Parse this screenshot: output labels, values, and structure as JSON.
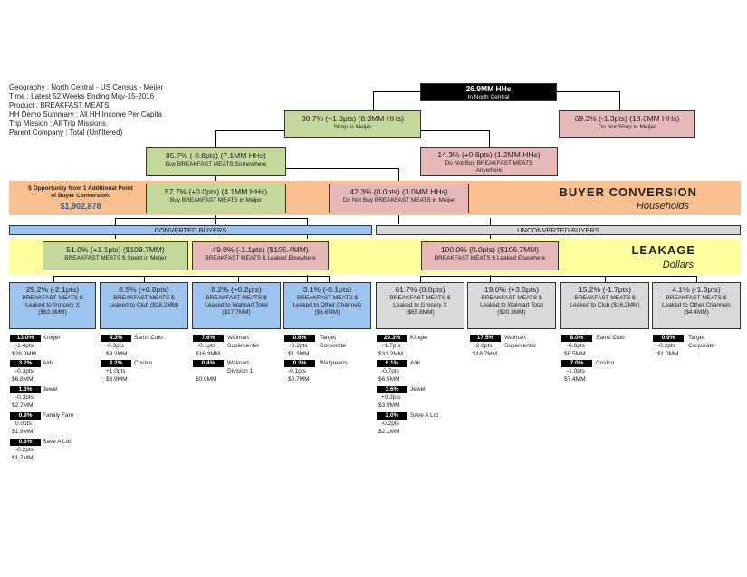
{
  "info": [
    "Geography : North Central - US Census - Meijer",
    "Time : Latest 52 Weeks Ending May-15-2016",
    "Product : BREAKFAST MEATS",
    "HH Demo Summary : All HH Income Per Capita",
    "Trip Mission : All Trip Missions",
    "Parent Company : Total (Unfiltered)"
  ],
  "root": {
    "title": "26.9MM HHs",
    "sub": "In North Central"
  },
  "shop_meijer": {
    "title": "30.7% (+1.3pts) (8.3MM HHs)",
    "sub": "Shop in Meijer"
  },
  "not_shop_meijer": {
    "title": "69.3% (-1.3pts) (18.6MM HHs)",
    "sub": "Do Not Shop in Meijer"
  },
  "buy_somewhere": {
    "title": "85.7% (-0.8pts) (7.1MM HHs)",
    "sub": "Buy BREAKFAST MEATS Somewhere"
  },
  "not_buy_anywhere": {
    "title": "14.3% (+0.8pts) (1.2MM HHs)",
    "sub1": "Do Not Buy BREAKFAST MEATS",
    "sub2": "Anywhere"
  },
  "buy_meijer": {
    "title": "57.7% (+0.0pts) (4.1MM HHs)",
    "sub": "Buy BREAKFAST MEATS in Meijer"
  },
  "not_buy_meijer": {
    "title": "42.3% (0.0pts) (3.0MM HHs)",
    "sub": "Do Not Buy BREAKFAST MEATS in Meijer"
  },
  "opportunity": {
    "line1": "$ Opportunity from 1 Additional Point",
    "line2": "of Buyer Conversion:",
    "value": "$1,902,878"
  },
  "buyer_conversion": {
    "title": "BUYER CONVERSION",
    "sub": "Households"
  },
  "converted_label": "CONVERTED BUYERS",
  "unconverted_label": "UNCONVERTED BUYERS",
  "leakage": {
    "title": "LEAKAGE",
    "sub": "Dollars"
  },
  "spent_meijer": {
    "title": "51.0% (+1.1pts) ($109.7MM)",
    "sub": "BREAKFAST MEATS $ Spent in Meijer"
  },
  "leaked_elsewhere": {
    "title": "49.0% (-1.1pts) ($105.4MM)",
    "sub": "BREAKFAST MEATS $ Leaked Elsewhere"
  },
  "uncv_leaked": {
    "title": "100.0% (0.0pts) ($106.7MM)",
    "sub": "BREAKFAST MEATS $ Leaked Elsewhere"
  },
  "channels": [
    {
      "title": "29.2% (-2.1pts)",
      "l1": "BREAKFAST MEATS $",
      "l2": "Leaked to Grocery X",
      "l3": "($62.8MM)"
    },
    {
      "title": "8.5% (+0.8pts)",
      "l1": "BREAKFAST MEATS $",
      "l2": "Leaked to Club ($18.2MM)",
      "l3": ""
    },
    {
      "title": "8.2% (+0.2pts)",
      "l1": "BREAKFAST MEATS $",
      "l2": "Leaked to Walmart Total",
      "l3": "($17.7MM)"
    },
    {
      "title": "3.1% (-0.1pts)",
      "l1": "BREAKFAST MEATS $",
      "l2": "Leaked to Other Channels",
      "l3": "($6.6MM)"
    },
    {
      "title": "61.7% (0.0pts)",
      "l1": "BREAKFAST MEATS $",
      "l2": "Leaked to Grocery X",
      "l3": "($65.8MM)"
    },
    {
      "title": "19.0% (+3.0pts)",
      "l1": "BREAKFAST MEATS $",
      "l2": "Leaked to Walmart Total",
      "l3": "($20.3MM)"
    },
    {
      "title": "15.2% (-1.7pts)",
      "l1": "BREAKFAST MEATS $",
      "l2": "Leaked to Club ($16.2MM)",
      "l3": ""
    },
    {
      "title": "4.1% (-1.3pts)",
      "l1": "BREAKFAST MEATS $",
      "l2": "Leaked to Other Channels",
      "l3": "($4.4MM)"
    }
  ],
  "details": [
    [
      {
        "pct": "13.0%",
        "name": "Kroger",
        "chg": "-1.4pts",
        "val": "$28.0MM"
      },
      {
        "pct": "3.2%",
        "name": "Aldi",
        "chg": "-0.3pts",
        "val": "$6.8MM"
      },
      {
        "pct": "1.3%",
        "name": "Jewel",
        "chg": "-0.3pts",
        "val": "$2.7MM"
      },
      {
        "pct": "0.9%",
        "name": "Family Fare",
        "chg": "0.0pts",
        "val": "$1.9MM"
      },
      {
        "pct": "0.8%",
        "name": "Save A Lot",
        "chg": "-0.2pts",
        "val": "$1.7MM"
      }
    ],
    [
      {
        "pct": "4.3%",
        "name": "Sams Club",
        "chg": "-0.3pts",
        "val": "$9.2MM"
      },
      {
        "pct": "4.2%",
        "name": "Costco",
        "chg": "+1.0pts",
        "val": "$8.9MM"
      }
    ],
    [
      {
        "pct": "7.6%",
        "name": "Walmart",
        "name2": "Supercenter",
        "chg": "-0.1pts",
        "val": "$16.3MM"
      },
      {
        "pct": "0.4%",
        "name": "Walmart",
        "name2": "Division 1",
        "chg": "",
        "val": "$0.9MM"
      }
    ],
    [
      {
        "pct": "0.6%",
        "name": "Target",
        "name2": "Corporate",
        "chg": "+0.2pts",
        "val": "$1.3MM"
      },
      {
        "pct": "0.3%",
        "name": "Walgreens",
        "chg": "-0.1pts",
        "val": "$0.7MM"
      }
    ],
    [
      {
        "pct": "29.3%",
        "name": "Kroger",
        "chg": "+1.7pts",
        "val": "$31.2MM"
      },
      {
        "pct": "6.1%",
        "name": "Aldi",
        "chg": "-0.7pts",
        "val": "$6.5MM"
      },
      {
        "pct": "3.6%",
        "name": "Jewel",
        "chg": "+0.3pts",
        "val": "$3.9MM"
      },
      {
        "pct": "2.0%",
        "name": "Save A Lot",
        "chg": "-0.2pts",
        "val": "$2.1MM"
      }
    ],
    [
      {
        "pct": "17.5%",
        "name": "Walmart",
        "name2": "Supercenter",
        "chg": "+2.6pts",
        "val": "$18.7MM"
      }
    ],
    [
      {
        "pct": "8.0%",
        "name": "Sams Club",
        "chg": "-0.8pts",
        "val": "$8.5MM"
      },
      {
        "pct": "7.0%",
        "name": "Costco",
        "chg": "-1.0pts",
        "val": "$7.4MM"
      }
    ],
    [
      {
        "pct": "0.9%",
        "name": "Target",
        "name2": "Corporate",
        "chg": "-0.2pts",
        "val": "$1.0MM"
      }
    ]
  ]
}
